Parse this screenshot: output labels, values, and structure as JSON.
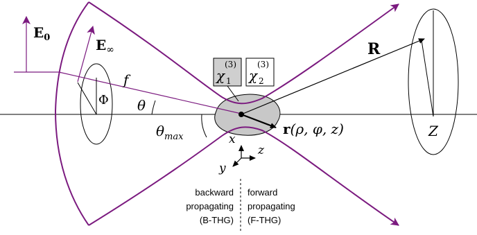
{
  "labels": {
    "e0_base": "E",
    "e0_sub": "0",
    "einf_base": "E",
    "einf_sub": "∞",
    "f": "f",
    "Phi": "Φ",
    "theta": "θ",
    "theta_max_base": "θ",
    "theta_max_sub": "max",
    "chi1_base": "χ",
    "chi1_sub": "1",
    "chi1_sup": "(3)",
    "chi2_base": "χ",
    "chi2_sub": "2",
    "chi2_sup": "(3)",
    "R": "R",
    "Z": "Z",
    "r_bold": "r",
    "r_args": "(ρ, φ, z)",
    "axis_x": "x",
    "axis_y": "y",
    "axis_z": "z"
  },
  "backward": {
    "line1": "backward",
    "line2": "propagating",
    "line3": "(B-THG)"
  },
  "forward": {
    "line1": "forward",
    "line2": "propagating",
    "line3": "(F-THG)"
  },
  "colors": {
    "beam": "#7b1a7f",
    "medium_fill": "#c8c8c8",
    "chi1_fill": "#cfcfcf",
    "line": "#000000"
  }
}
